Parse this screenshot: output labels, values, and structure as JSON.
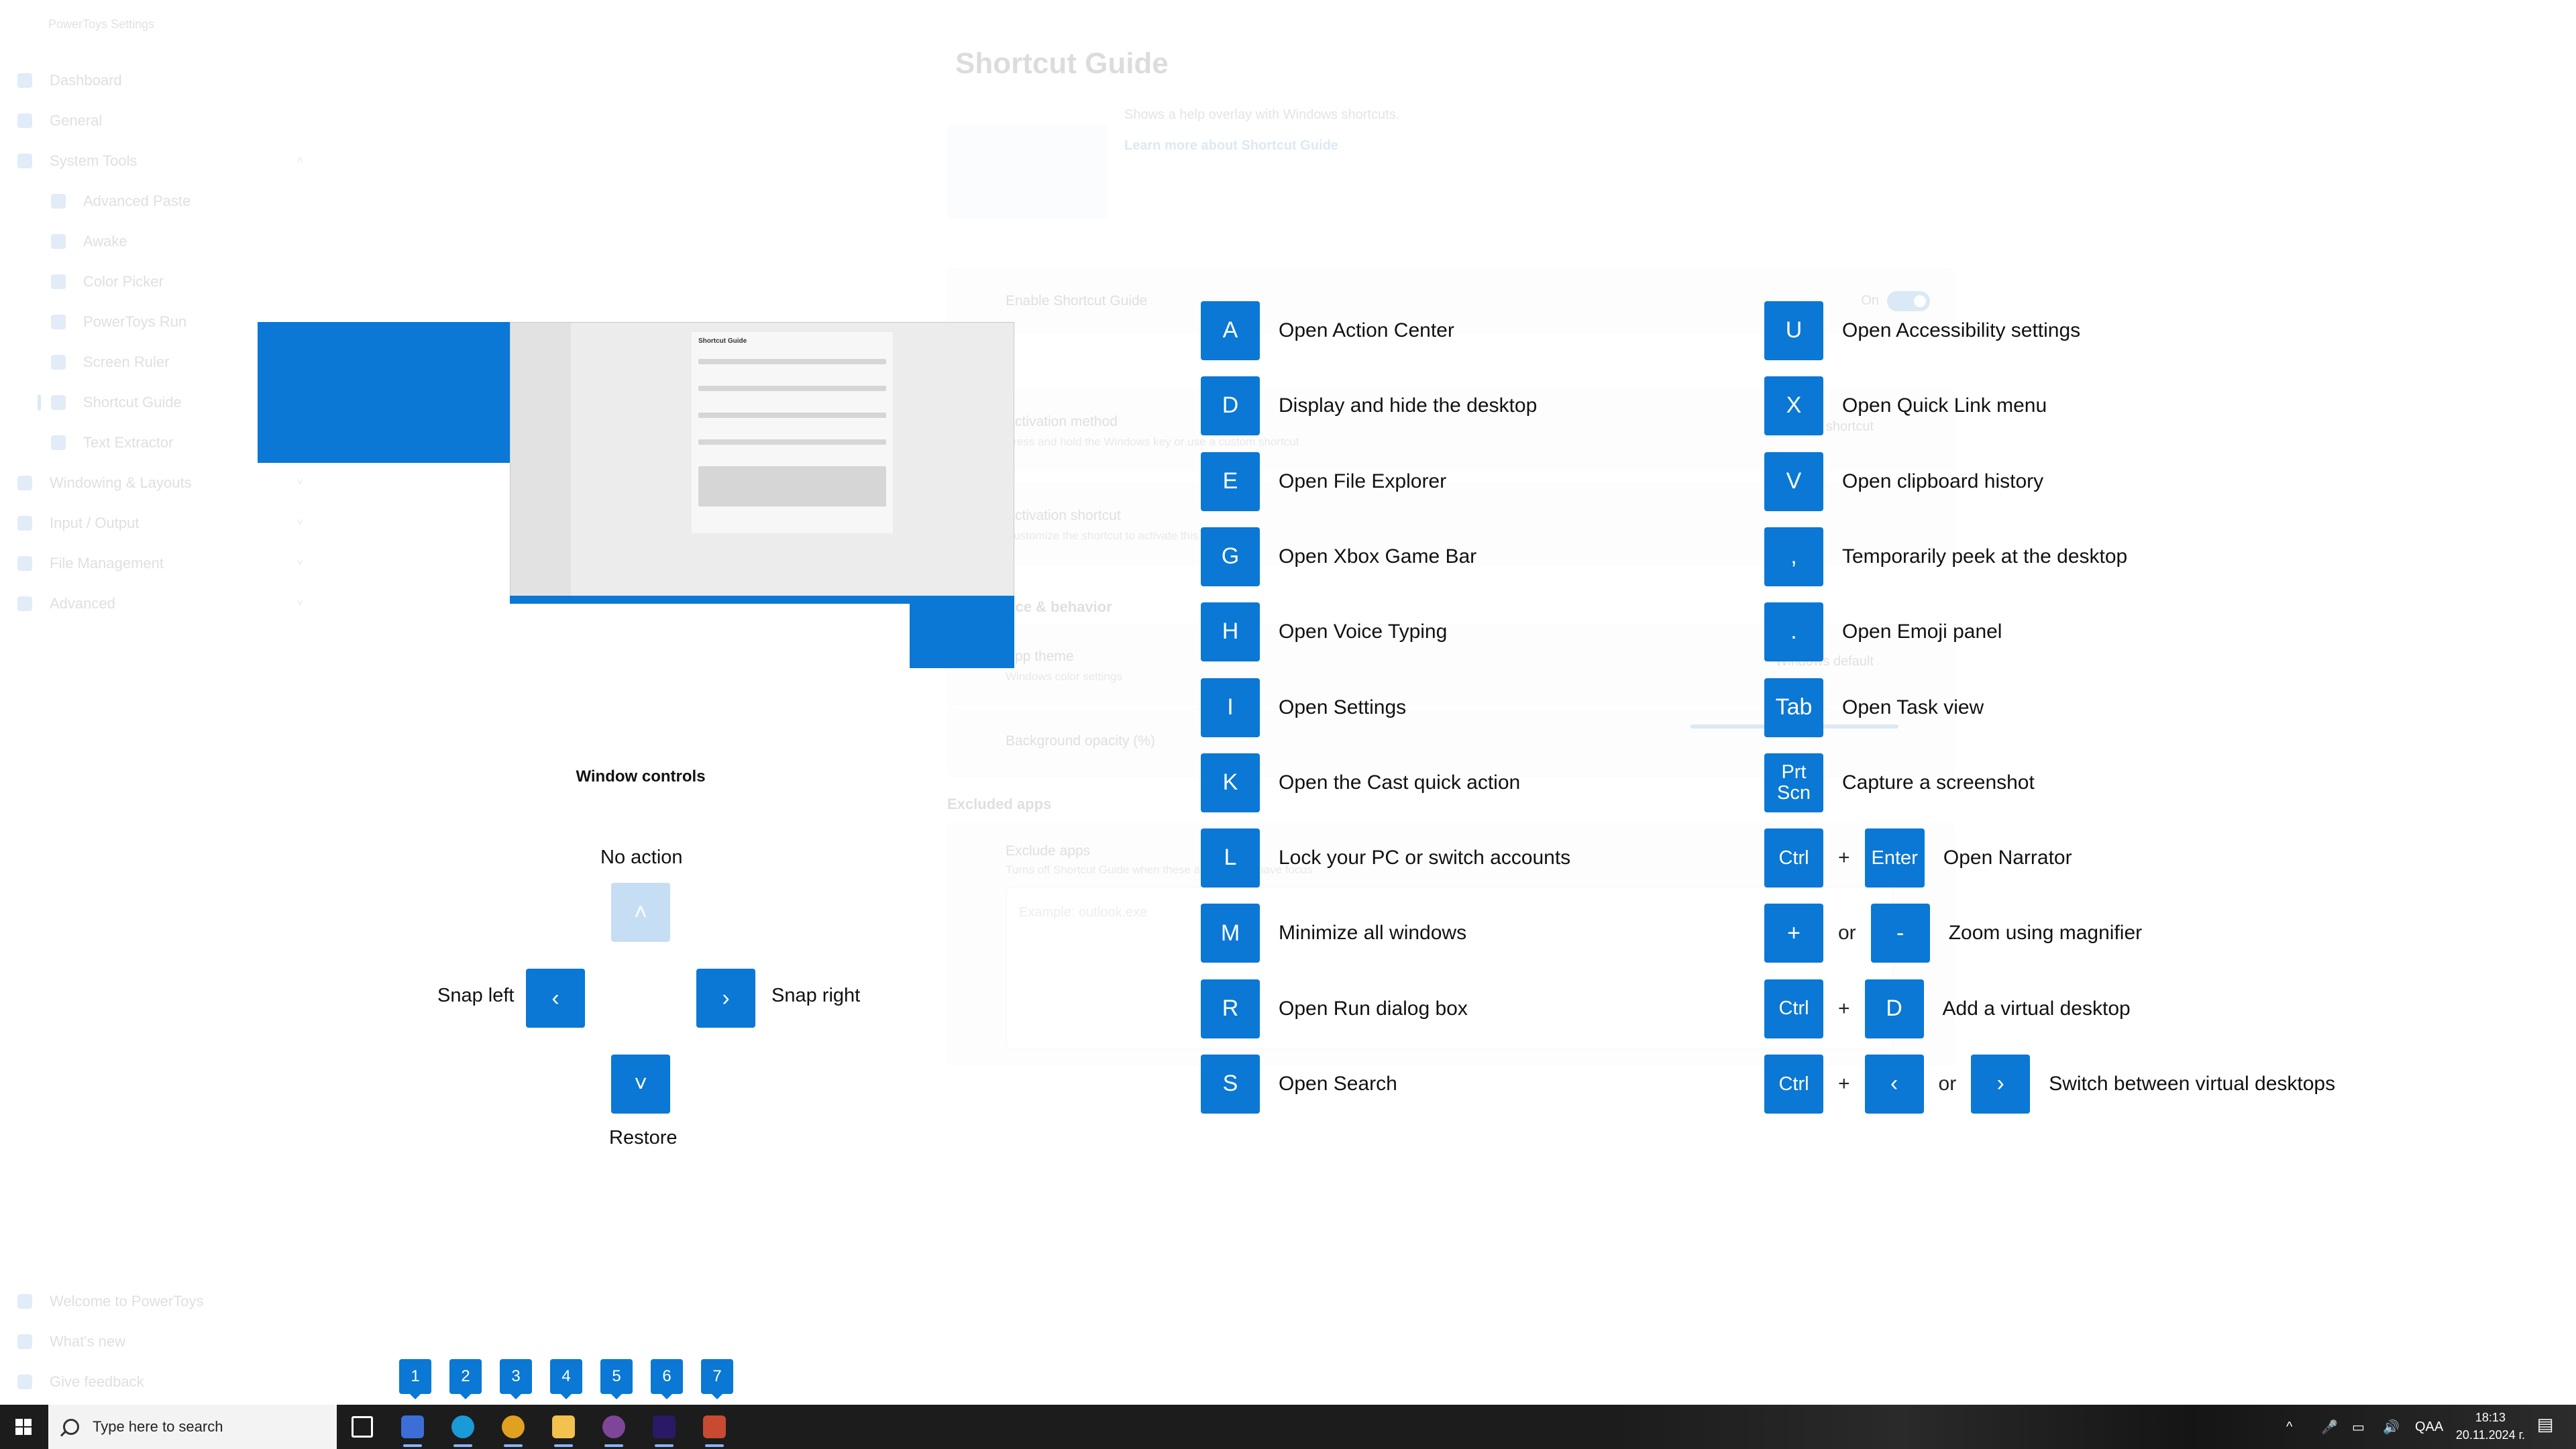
{
  "background_app": {
    "window_title": "PowerToys Settings",
    "nav_items": [
      {
        "label": "Dashboard",
        "sub": false
      },
      {
        "label": "General",
        "sub": false
      },
      {
        "label": "System Tools",
        "sub": false,
        "expanded": true
      },
      {
        "label": "Advanced Paste",
        "sub": true
      },
      {
        "label": "Awake",
        "sub": true
      },
      {
        "label": "Color Picker",
        "sub": true
      },
      {
        "label": "PowerToys Run",
        "sub": true
      },
      {
        "label": "Screen Ruler",
        "sub": true
      },
      {
        "label": "Shortcut Guide",
        "sub": true,
        "selected": true
      },
      {
        "label": "Text Extractor",
        "sub": true
      },
      {
        "label": "Windowing & Layouts",
        "sub": false,
        "expandable": true
      },
      {
        "label": "Input / Output",
        "sub": false,
        "expandable": true
      },
      {
        "label": "File Management",
        "sub": false,
        "expandable": true
      },
      {
        "label": "Advanced",
        "sub": false,
        "expandable": true
      }
    ],
    "nav_bottom": [
      "Welcome to PowerToys",
      "What's new",
      "Give feedback"
    ],
    "page_title": "Shortcut Guide",
    "hero_description": "Shows a help overlay with Windows shortcuts.",
    "hero_link": "Learn more about Shortcut Guide",
    "enable_label": "Enable Shortcut Guide",
    "enable_state": "On",
    "activation_method_label": "Activation method",
    "activation_method_sub": "Press and hold the Windows key or use a custom shortcut",
    "activation_method_value": "Custom shortcut",
    "activation_shortcut_label": "Activation shortcut",
    "activation_shortcut_sub": "Customize the shortcut to activate this module",
    "section_appearance": "Appearance & behavior",
    "theme_label": "App theme",
    "theme_sub": "Windows color settings",
    "theme_value": "Windows default",
    "opacity_label": "Background opacity (%)",
    "section_excluded": "Excluded apps",
    "exclude_label": "Exclude apps",
    "exclude_sub": "Turns off Shortcut Guide when these applications have focus",
    "exclude_placeholder": "Example: outlook.exe"
  },
  "window_controls": {
    "title": "Window controls",
    "no_action": "No action",
    "snap_left": "Snap left",
    "snap_right": "Snap right",
    "restore": "Restore",
    "up_glyph": "˄",
    "left_glyph": "‹",
    "right_glyph": "›",
    "down_glyph": "˅"
  },
  "desktop_keys": [
    "1",
    "2",
    "3",
    "4",
    "5",
    "6",
    "7"
  ],
  "shortcuts_left": [
    {
      "key": "A",
      "desc": "Open Action Center"
    },
    {
      "key": "D",
      "desc": "Display and hide the desktop"
    },
    {
      "key": "E",
      "desc": "Open File Explorer"
    },
    {
      "key": "G",
      "desc": "Open Xbox Game Bar"
    },
    {
      "key": "H",
      "desc": "Open Voice Typing"
    },
    {
      "key": "I",
      "desc": "Open Settings"
    },
    {
      "key": "K",
      "desc": "Open the Cast quick action"
    },
    {
      "key": "L",
      "desc": "Lock your PC or switch accounts"
    },
    {
      "key": "M",
      "desc": "Minimize all windows"
    },
    {
      "key": "R",
      "desc": "Open Run dialog box"
    },
    {
      "key": "S",
      "desc": "Open Search"
    }
  ],
  "shortcuts_right": [
    {
      "keys": [
        "U"
      ],
      "desc": "Open Accessibility settings"
    },
    {
      "keys": [
        "X"
      ],
      "desc": "Open Quick Link menu"
    },
    {
      "keys": [
        "V"
      ],
      "desc": "Open clipboard history"
    },
    {
      "keys": [
        ","
      ],
      "desc": "Temporarily peek at the desktop"
    },
    {
      "keys": [
        "."
      ],
      "desc": "Open Emoji panel"
    },
    {
      "keys": [
        "Tab"
      ],
      "desc": "Open Task view"
    },
    {
      "keys": [
        "Prt\nScn"
      ],
      "desc": "Capture a screenshot"
    },
    {
      "keys": [
        "Ctrl",
        "+",
        "Enter"
      ],
      "desc": "Open Narrator"
    },
    {
      "keys": [
        "+",
        "or",
        "-"
      ],
      "desc": "Zoom using magnifier"
    },
    {
      "keys": [
        "Ctrl",
        "+",
        "D"
      ],
      "desc": "Add a virtual desktop"
    },
    {
      "keys": [
        "Ctrl",
        "+",
        "‹",
        "or",
        "›"
      ],
      "desc": "Switch between virtual desktops"
    }
  ],
  "taskbar": {
    "search_placeholder": "Type here to search",
    "pinned_apps": [
      {
        "name": "task-view-icon",
        "color": "#1c1c1c"
      },
      {
        "name": "powertoys-icon",
        "color": "#3b6fd6"
      },
      {
        "name": "edge-icon",
        "color": "#1a9ad6"
      },
      {
        "name": "chrome-icon",
        "color": "#e0a020"
      },
      {
        "name": "file-explorer-icon",
        "color": "#f2c14e"
      },
      {
        "name": "tor-browser-icon",
        "color": "#7d4698"
      },
      {
        "name": "premiere-pro-icon",
        "color": "#2a1a66"
      },
      {
        "name": "photo-app-icon",
        "color": "#c84b31"
      }
    ],
    "tray_chevron": "^",
    "language": "QAA",
    "time": "18:13",
    "date": "20.11.2024 г."
  },
  "colors": {
    "accent": "#0a78d4",
    "accent_disabled": "#c6def4"
  }
}
